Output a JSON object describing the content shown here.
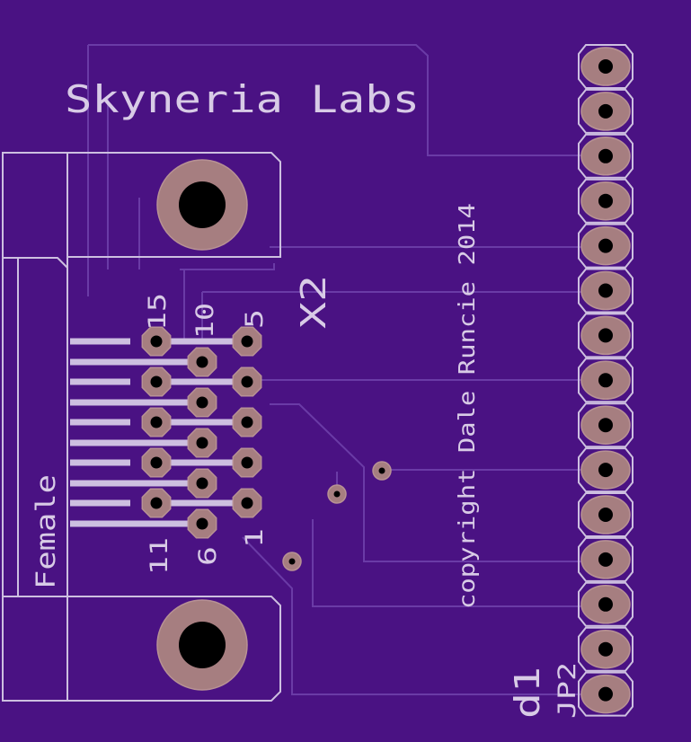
{
  "board": {
    "brand_text": "Skyneria Labs",
    "copyright_text": "copyright Dale Runcie 2014",
    "connector_gender": "Female",
    "connector_ref": "X2",
    "header_ref": "JP2",
    "corner_label": "d1",
    "pin_labels": {
      "p15": "15",
      "p10": "10",
      "p5": "5",
      "p11": "11",
      "p6": "6",
      "p1": "1"
    }
  },
  "colors": {
    "board": "#4a1283",
    "trace": "#6a3ba6",
    "silkscreen": "#d8cbe6",
    "copper": "#a67e80",
    "drill": "#000000"
  },
  "header_pin_count": 15,
  "db15_pin_count": 15,
  "via_count": 3
}
